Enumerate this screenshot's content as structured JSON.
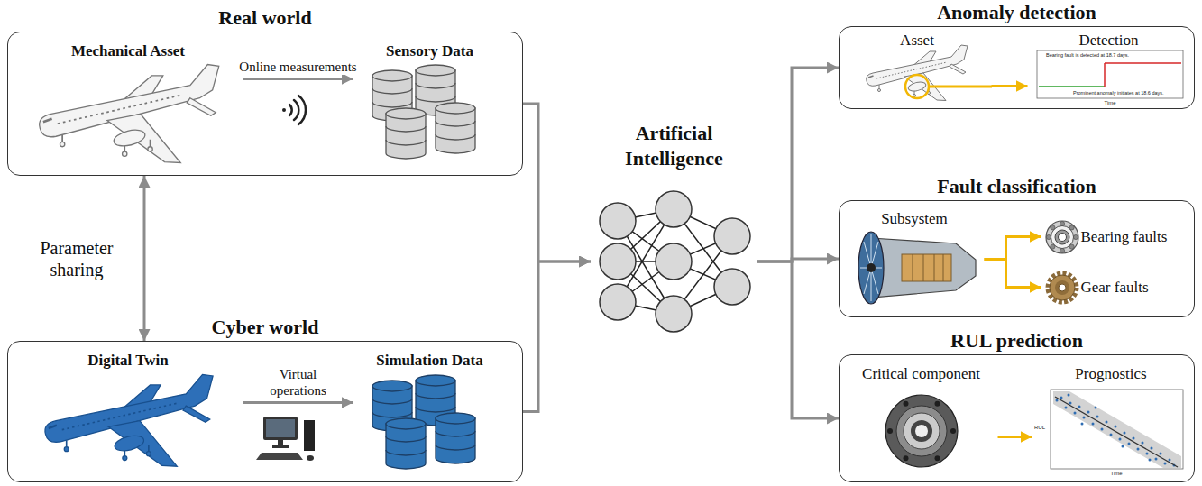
{
  "diagram": {
    "nodes": [
      {
        "text": [
          "Real world"
        ]
      },
      {
        "text": [
          "Mechanical Asset"
        ],
        "in": 0
      },
      {
        "text": [
          "Sensory Data"
        ],
        "in": 0
      },
      {
        "text": [
          "Cyber world"
        ]
      },
      {
        "text": [
          "Digital Twin"
        ],
        "in": 3
      },
      {
        "text": [
          "Simulation Data"
        ],
        "in": 3
      },
      {
        "text": [
          "Artificial Intelligence"
        ]
      },
      {
        "text": [
          "Anomaly detection"
        ]
      },
      {
        "text": [
          "Asset"
        ],
        "in": 7
      },
      {
        "text": [
          "Detection"
        ],
        "in": 7
      },
      {
        "text": [
          "Fault classification"
        ]
      },
      {
        "text": [
          "Subsystem"
        ],
        "in": 10
      },
      {
        "text": [
          "Bearing faults"
        ],
        "in": 10
      },
      {
        "text": [
          "Gear faults"
        ],
        "in": 10
      },
      {
        "text": [
          "RUL prediction"
        ]
      },
      {
        "text": [
          "Critical component"
        ],
        "in": 14
      },
      {
        "text": [
          "Prognostics"
        ],
        "in": 14
      }
    ],
    "edges": [
      {
        "from": 1,
        "to": 2,
        "arrow": "to",
        "label": "Online measurements"
      },
      {
        "from": 4,
        "to": 5,
        "arrow": "to",
        "label": "Virtual operations"
      },
      {
        "from": 0,
        "to": 3,
        "arrow": "both",
        "label": "Parameter sharing"
      },
      {
        "from": 0,
        "to": 6,
        "arrow": "to"
      },
      {
        "from": 3,
        "to": 6,
        "arrow": "to"
      },
      {
        "from": 6,
        "to": 7,
        "arrow": "to"
      },
      {
        "from": 6,
        "to": 10,
        "arrow": "to"
      },
      {
        "from": 6,
        "to": 14,
        "arrow": "to"
      },
      {
        "from": 8,
        "to": 9,
        "arrow": "to"
      },
      {
        "from": 11,
        "to": 12,
        "arrow": "to"
      },
      {
        "from": 11,
        "to": 13,
        "arrow": "to"
      },
      {
        "from": 15,
        "to": 16,
        "arrow": "to"
      }
    ],
    "labels": [
      "Bearing fault is detected at 18.7 days.",
      "Prominent anomaly initiates at 18.6 days.",
      "Time",
      "RUL",
      "Time"
    ]
  }
}
